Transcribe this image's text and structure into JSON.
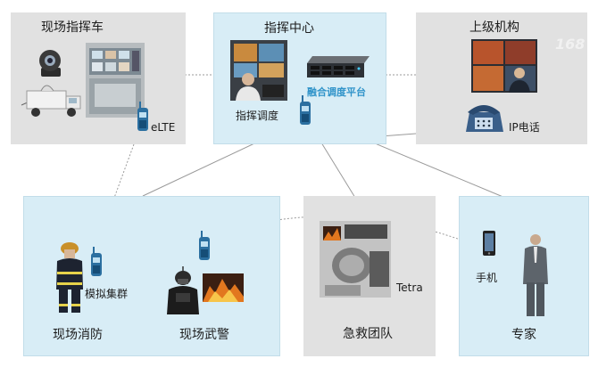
{
  "panels": {
    "vehicle": {
      "title": "现场指挥车",
      "radio_label": "eLTE"
    },
    "center": {
      "title": "指挥中心",
      "dispatch_label": "指挥调度",
      "platform_label": "融合调度平台"
    },
    "superior": {
      "title": "上级机构",
      "phone_label": "IP电话"
    },
    "fire": {
      "title": "现场消防",
      "cluster_label": "模拟集群"
    },
    "police": {
      "title": "现场武警"
    },
    "rescue": {
      "title": "急救团队",
      "radio_label": "Tetra"
    },
    "expert": {
      "title": "专家",
      "phone_label": "手机"
    }
  },
  "watermark": "168",
  "colors": {
    "panel_gray": "#e1e1e1",
    "panel_blue": "#d8edf6",
    "accent_blue": "#2f93c9",
    "link_gray": "#9a9a9a"
  },
  "icons": [
    "camera-icon",
    "broadcast-truck-icon",
    "control-room-icon",
    "walkie-talkie-icon",
    "operator-icon",
    "server-icon",
    "video-wall-icon",
    "ip-phone-icon",
    "firefighter-icon",
    "soldier-icon",
    "fire-scene-icon",
    "ambulance-interior-icon",
    "mobile-phone-icon",
    "businessman-icon"
  ]
}
